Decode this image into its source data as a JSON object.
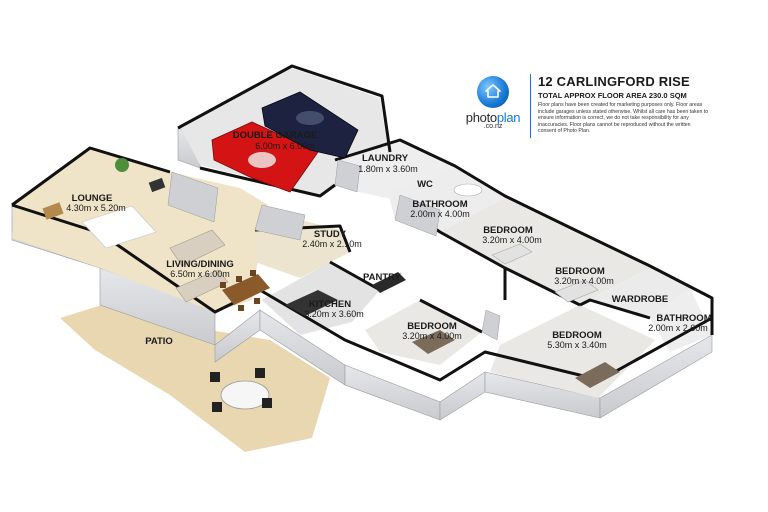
{
  "header": {
    "address": "12 CARLINGFORD RISE",
    "area": "TOTAL APPROX FLOOR AREA 230.0 SQM",
    "disclaimer": "Floor plans have been created for marketing purposes only. Floor areas include garages unless stated otherwise. Whilst all care has been taken to ensure information is correct, we do not take responsibility for any inaccuracies. Floor plans cannot be reproduced without the written consent of Photo Plan.",
    "logo_brand_a": "photo",
    "logo_brand_b": "plan",
    "logo_domain": ".co.nz"
  },
  "rooms": {
    "garage": {
      "name": "DOUBLE GARAGE",
      "dims": "6.00m x 6.00m"
    },
    "laundry": {
      "name": "LAUNDRY",
      "dims": "1.80m x 3.60m"
    },
    "wc": {
      "name": "WC"
    },
    "bath1": {
      "name": "BATHROOM",
      "dims": "2.00m x 4.00m"
    },
    "bed1": {
      "name": "BEDROOM",
      "dims": "3.20m x 4.00m"
    },
    "lounge": {
      "name": "LOUNGE",
      "dims": "4.30m x 5.20m"
    },
    "study": {
      "name": "STUDY",
      "dims": "2.40m x 2.10m"
    },
    "living": {
      "name": "LIVING/DINING",
      "dims": "6.50m x 6.00m"
    },
    "pantry": {
      "name": "PANTRY"
    },
    "bed2": {
      "name": "BEDROOM",
      "dims": "3.20m x 4.00m"
    },
    "wardrobe": {
      "name": "WARDROBE"
    },
    "kitchen": {
      "name": "KITCHEN",
      "dims": "3.20m x 3.60m"
    },
    "bath2": {
      "name": "BATHROOM",
      "dims": "2.00m x 2.60m"
    },
    "bed3": {
      "name": "BEDROOM",
      "dims": "3.20m x 4.00m"
    },
    "bed4": {
      "name": "BEDROOM",
      "dims": "5.30m x 3.40m"
    },
    "patio": {
      "name": "PATIO"
    }
  },
  "colors": {
    "wall_top": "#111111",
    "wall_side": "#d9dadc",
    "floor_wood": "#efe3c8",
    "floor_tile": "#e6e6e6",
    "floor_carpet": "#e9e8e4",
    "patio": "#e8d7b0",
    "brand_blue": "#1478d4"
  }
}
